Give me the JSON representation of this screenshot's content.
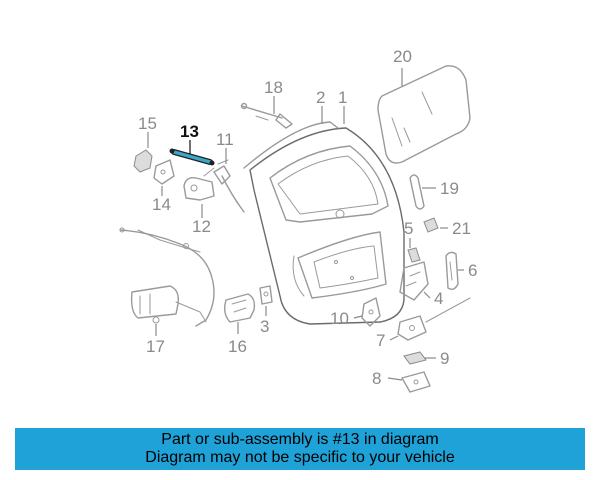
{
  "callouts": {
    "c1": "1",
    "c2": "2",
    "c3": "3",
    "c4": "4",
    "c5": "5",
    "c6": "6",
    "c7": "7",
    "c8": "8",
    "c9": "9",
    "c10": "10",
    "c11": "11",
    "c12": "12",
    "c13": "13",
    "c14": "14",
    "c15": "15",
    "c16": "16",
    "c17": "17",
    "c18": "18",
    "c19": "19",
    "c20": "20",
    "c21": "21"
  },
  "highlighted_part": "13",
  "colors": {
    "highlight_part": "#3aa7c9",
    "caption_bar": "#1fa2d8",
    "callout_text": "#8a8a8a"
  },
  "caption": {
    "line1": "Part or sub-assembly is #13 in diagram",
    "line2": "Diagram may not be specific to your vehicle"
  }
}
